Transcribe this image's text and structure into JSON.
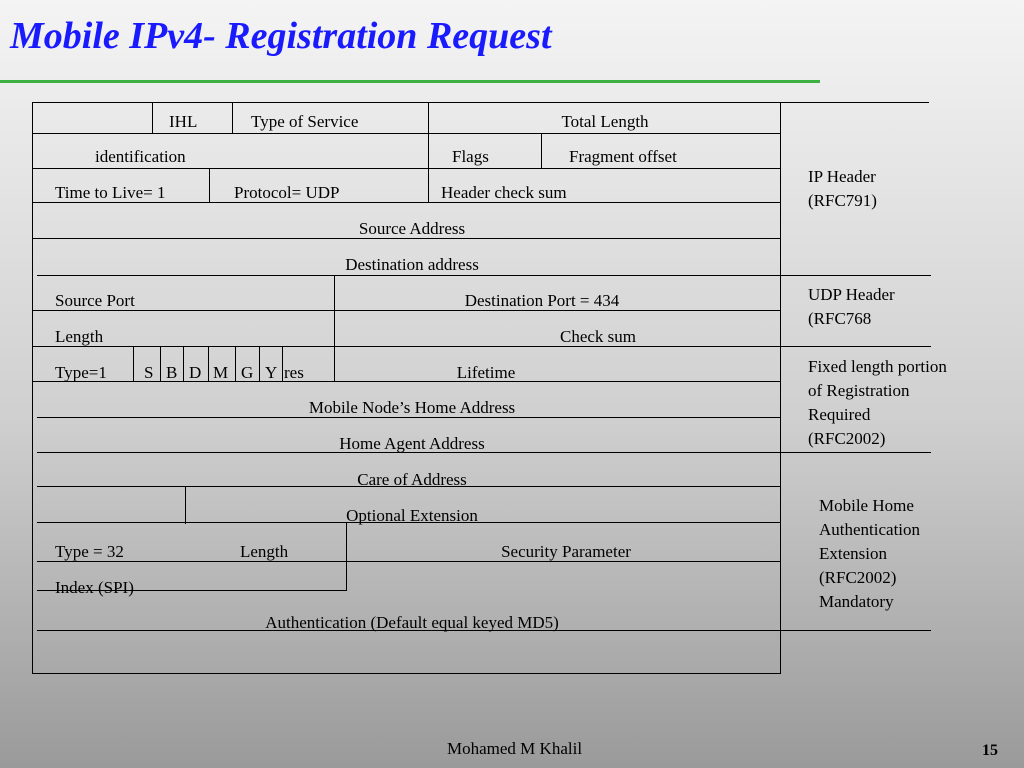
{
  "title": "Mobile IPv4- Registration Request",
  "accent_colors": {
    "title": "#1a1aff",
    "rule": "#3cb043"
  },
  "cells": {
    "ihl": "IHL",
    "tos": "Type of Service",
    "total_length": "Total Length",
    "identification": "identification",
    "flags": "Flags",
    "fragment_offset": "Fragment offset",
    "ttl": "Time to Live= 1",
    "protocol": "Protocol= UDP",
    "header_checksum": "Header check sum",
    "source_address": "Source Address",
    "destination_address": "Destination address",
    "source_port": "Source Port",
    "destination_port": "Destination Port = 434",
    "length": "Length",
    "check_sum": "Check sum",
    "type1": "Type=1",
    "flag_s": "S",
    "flag_b": "B",
    "flag_d": "D",
    "flag_m": "M",
    "flag_g": "G",
    "flag_y": "Y",
    "flag_res": "res",
    "lifetime": "Lifetime",
    "home_address": "Mobile Node’s Home Address",
    "home_agent": "Home Agent Address",
    "care_of": "Care of Address",
    "optional_extension": "Optional Extension",
    "type32": "Type = 32",
    "ext_length": "Length",
    "security_parameter": "Security Parameter",
    "spi": "Index (SPI)",
    "authentication": "Authentication (Default equal keyed MD5)"
  },
  "side_labels": {
    "ip_header": [
      "IP Header",
      "(RFC791)"
    ],
    "udp_header": [
      "UDP Header",
      "(RFC768"
    ],
    "fixed_portion": [
      "Fixed length portion",
      "of Registration",
      "Required",
      "(RFC2002)"
    ],
    "mobile_home": [
      "Mobile Home",
      "Authentication",
      "Extension",
      "(RFC2002)",
      "Mandatory"
    ]
  },
  "footer": {
    "author": "Mohamed M Khalil",
    "page": "15"
  }
}
